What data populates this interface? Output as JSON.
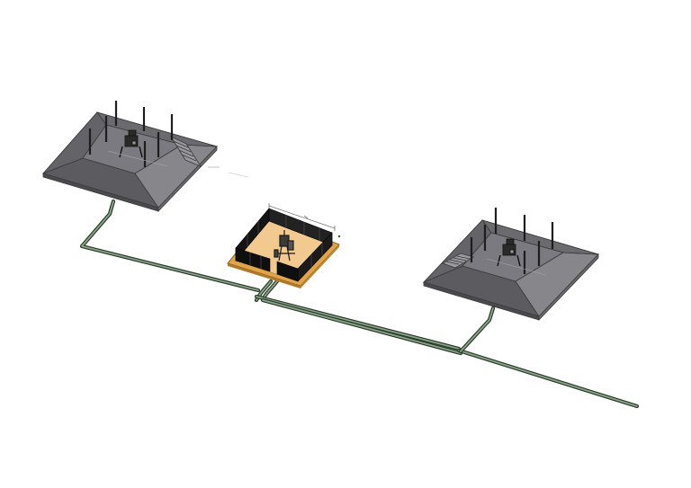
{
  "diagram": {
    "structures": [
      {
        "id": "left-pit",
        "kind": "pit"
      },
      {
        "id": "center-enclosure",
        "kind": "enclosure"
      },
      {
        "id": "right-pit",
        "kind": "pit"
      }
    ],
    "colors": {
      "background": "#ffffff",
      "pit_top": "#6e6e72",
      "pit_side_left": "#5a5a5e",
      "pit_side_right": "#7f7f84",
      "enclosure_floor": "#f0c890",
      "enclosure_base": "#e0a850",
      "enclosure_wall": "#111111",
      "pipe_outline": "#2a3a2a",
      "pipe_core": "#8aa58a"
    },
    "annotations": [
      {
        "id": "note-left",
        "text": ""
      },
      {
        "id": "dim-top",
        "text": ""
      }
    ]
  }
}
